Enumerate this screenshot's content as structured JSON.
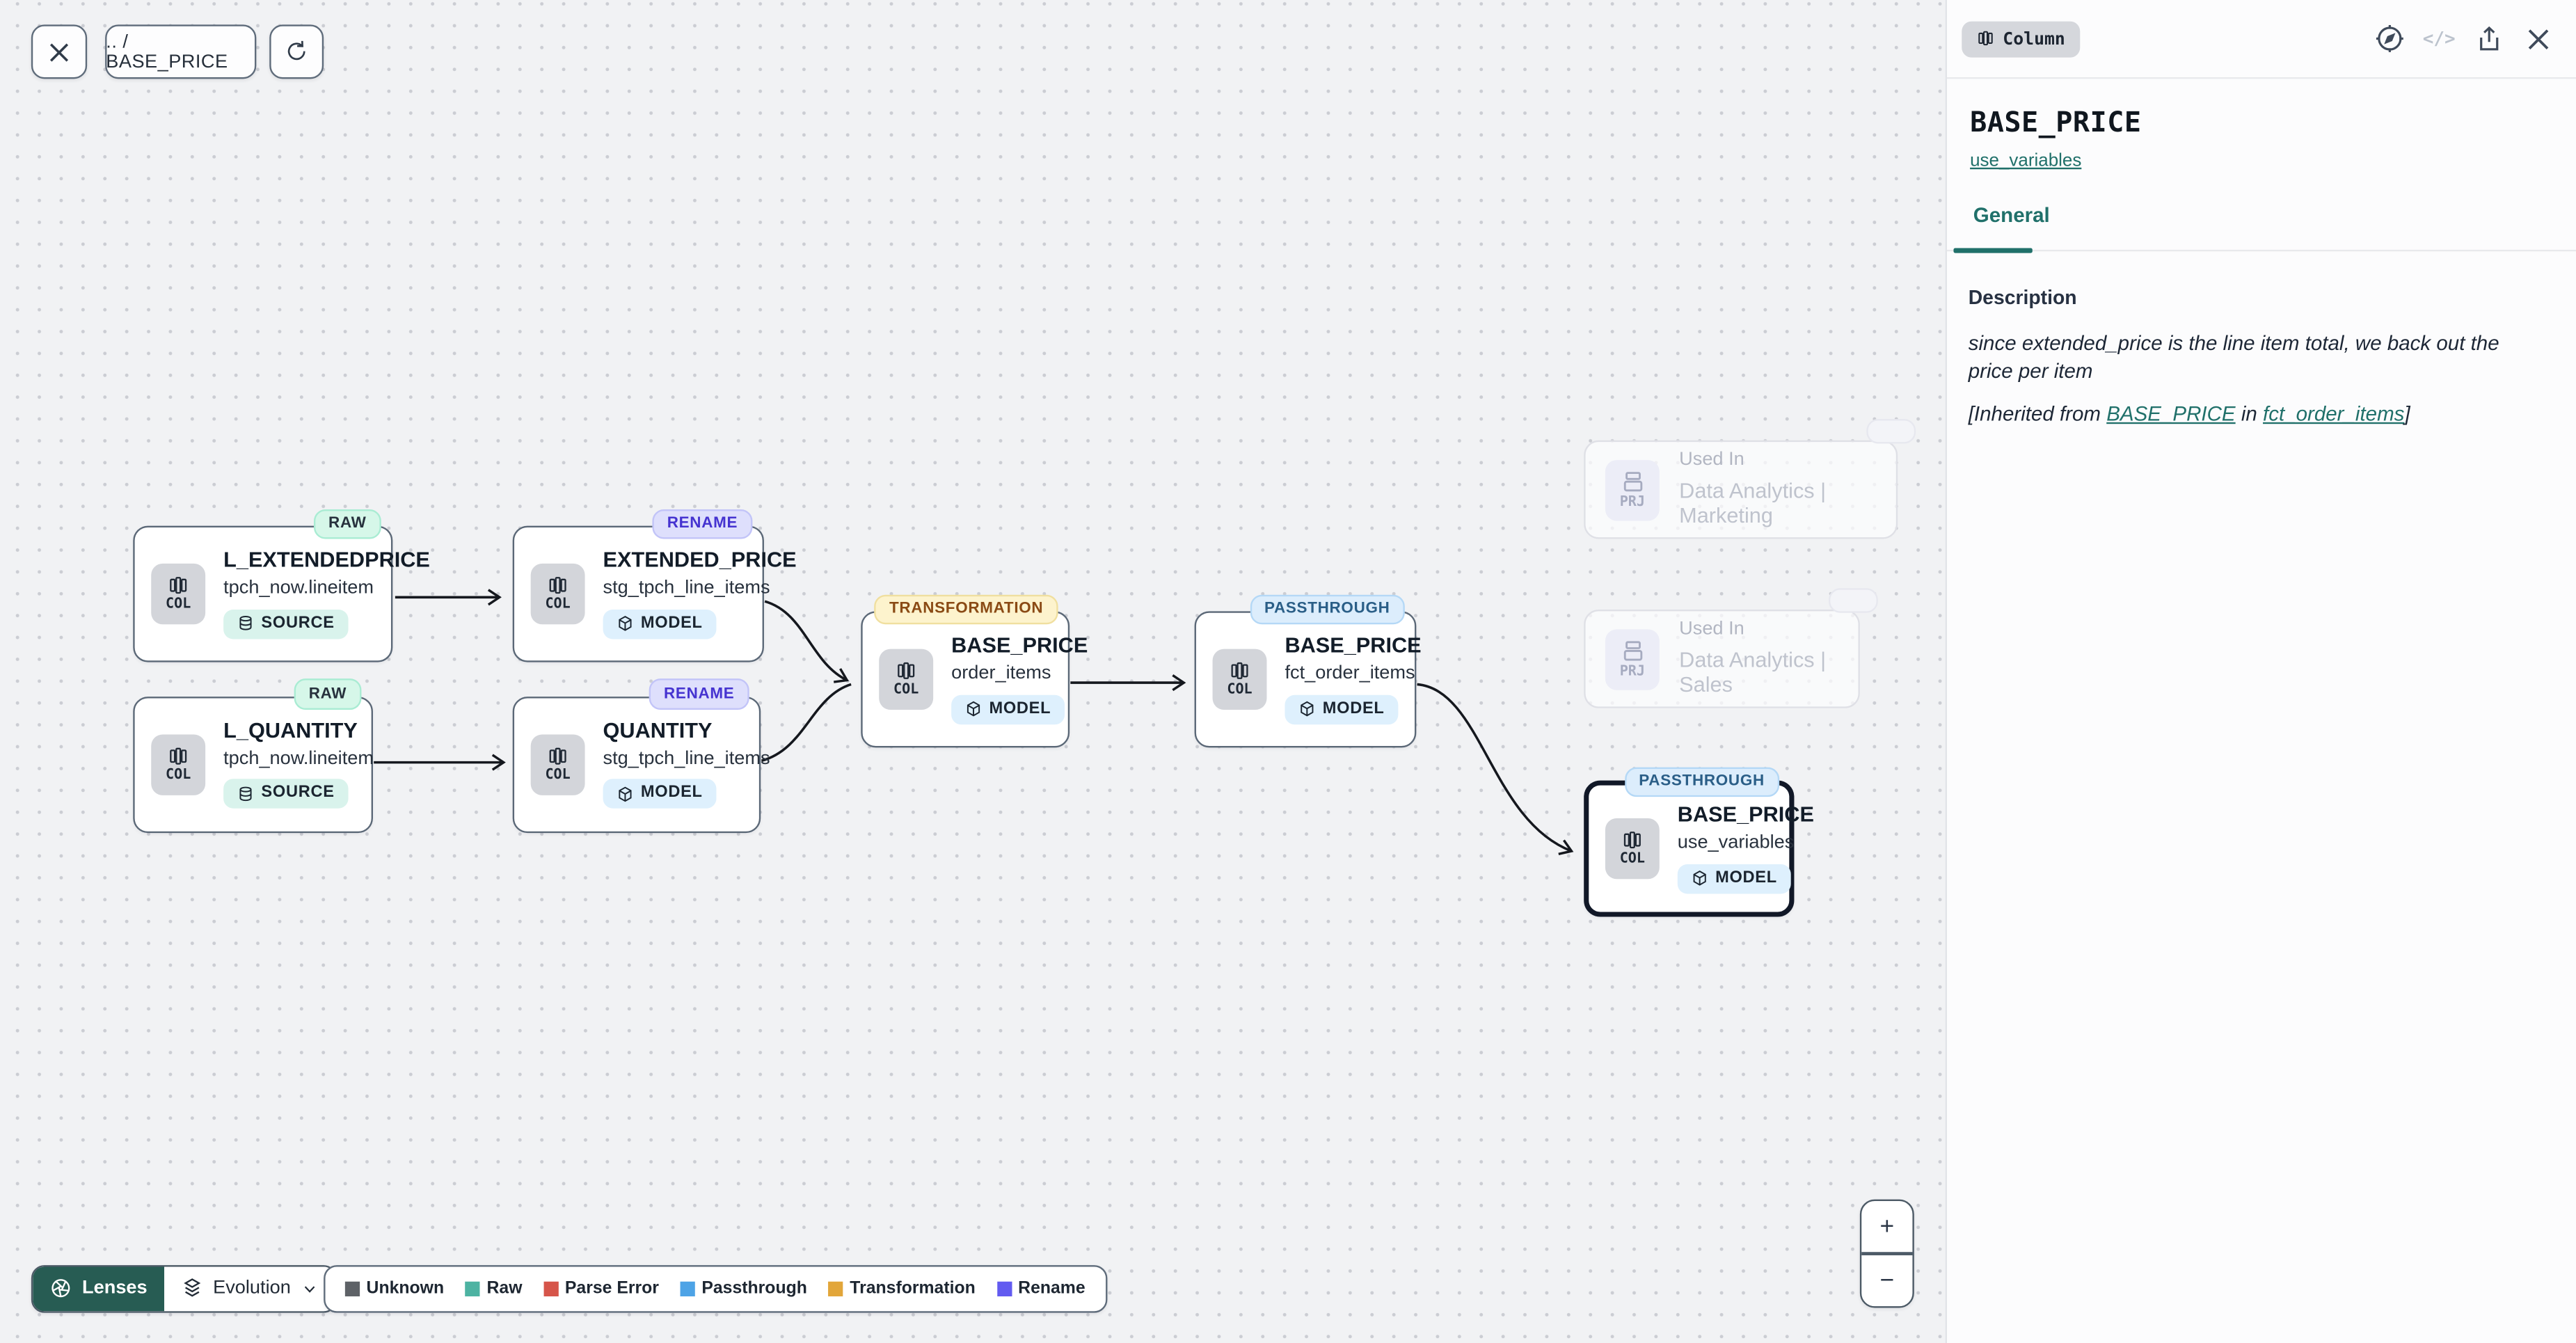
{
  "toolbar": {
    "breadcrumb": ".. / BASE_PRICE"
  },
  "icons": {
    "close": "close-icon",
    "refresh": "refresh-icon",
    "compass": "compass-icon",
    "code": "code-icon",
    "share": "share-icon",
    "columns": "columns-icon",
    "cube": "model-cube-icon",
    "database": "source-database-icon",
    "project": "project-drawers-icon",
    "aperture": "lenses-aperture-icon",
    "layers": "evolution-layers-icon",
    "chevron_down": "chevron-down-icon",
    "code_glyph": "</>"
  },
  "nodes": [
    {
      "badge": "RAW",
      "title": "L_EXTENDEDPRICE",
      "subtitle": "tpch_now.lineitem",
      "pill": "SOURCE",
      "icon_label": "COL"
    },
    {
      "badge": "RENAME",
      "title": "EXTENDED_PRICE",
      "subtitle": "stg_tpch_line_items",
      "pill": "MODEL",
      "icon_label": "COL"
    },
    {
      "badge": "RAW",
      "title": "L_QUANTITY",
      "subtitle": "tpch_now.lineitem",
      "pill": "SOURCE",
      "icon_label": "COL"
    },
    {
      "badge": "RENAME",
      "title": "QUANTITY",
      "subtitle": "stg_tpch_line_items",
      "pill": "MODEL",
      "icon_label": "COL"
    },
    {
      "badge": "TRANSFORMATION",
      "title": "BASE_PRICE",
      "subtitle": "order_items",
      "pill": "MODEL",
      "icon_label": "COL"
    },
    {
      "badge": "PASSTHROUGH",
      "title": "BASE_PRICE",
      "subtitle": "fct_order_items",
      "pill": "MODEL",
      "icon_label": "COL"
    },
    {
      "badge": "PASSTHROUGH",
      "title": "BASE_PRICE",
      "subtitle": "use_variables",
      "pill": "MODEL",
      "icon_label": "COL"
    }
  ],
  "ghosts": [
    {
      "label": "Used In",
      "name": "Data Analytics | Marketing",
      "icon_label": "PRJ"
    },
    {
      "label": "Used In",
      "name": "Data Analytics | Sales",
      "icon_label": "PRJ"
    }
  ],
  "lenses": {
    "button": "Lenses",
    "dropdown": "Evolution"
  },
  "legend": {
    "items": [
      {
        "label": "Unknown",
        "color": "#5e6267"
      },
      {
        "label": "Raw",
        "color": "#4db3a2"
      },
      {
        "label": "Parse Error",
        "color": "#d6554a"
      },
      {
        "label": "Passthrough",
        "color": "#4da3e6"
      },
      {
        "label": "Transformation",
        "color": "#e2a63a"
      },
      {
        "label": "Rename",
        "color": "#625bf0"
      }
    ]
  },
  "zoom_controls": {
    "zoom_in": "+",
    "zoom_out": "−"
  },
  "panel": {
    "type_badge": "Column",
    "title": "BASE_PRICE",
    "model_link": "use_variables",
    "tab": "General",
    "section_label": "Description",
    "description": "since extended_price is the line item total, we back out the price per item",
    "inherited_prefix": "[Inherited from ",
    "inherited_link_column": "BASE_PRICE",
    "inherited_middle": " in ",
    "inherited_link_model": "fct_order_items",
    "inherited_suffix": "]"
  },
  "colors": {
    "accent_teal": "#20706a",
    "edge": "#15181e",
    "canvas_bg": "#f1f2f4",
    "selected_border": "#111827"
  }
}
